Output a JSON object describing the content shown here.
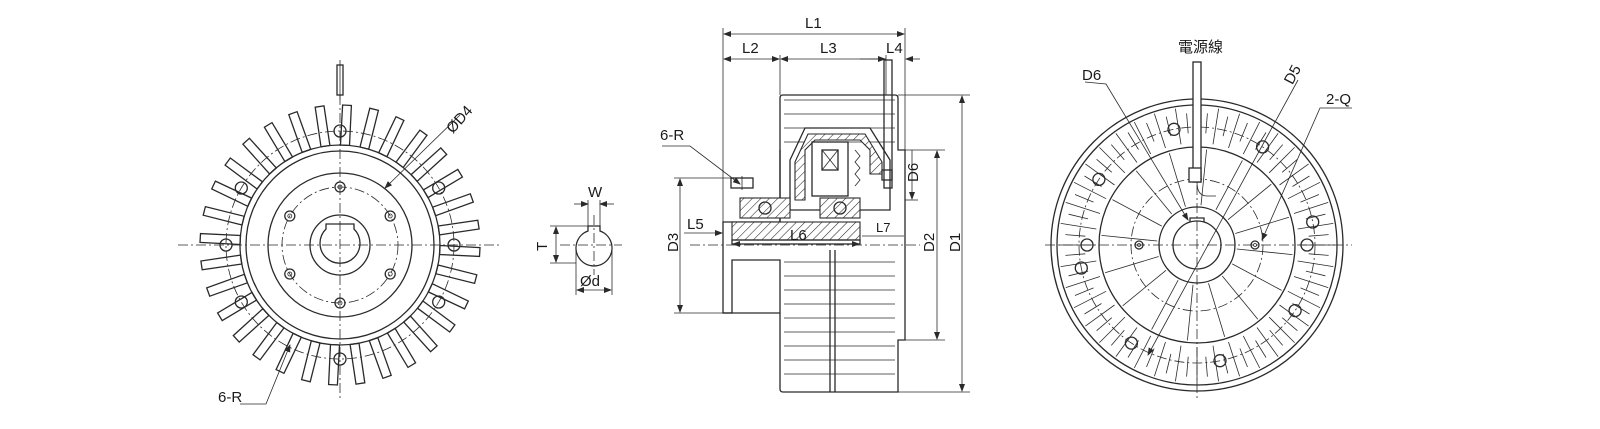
{
  "views": {
    "front": {
      "label_bolt_holes": "6-R",
      "label_pcd": "ØD4"
    },
    "shaft": {
      "label_width": "W",
      "label_depth": "T",
      "label_bore": "Ød"
    },
    "side": {
      "labels": {
        "L1": "L1",
        "L2": "L2",
        "L3": "L3",
        "L4": "L4",
        "L5": "L5",
        "L6": "L6",
        "L7": "L7",
        "D1": "D1",
        "D2": "D2",
        "D3": "D3",
        "D6": "D6",
        "R": "6-R"
      }
    },
    "rear": {
      "label_power_cable": "電源線",
      "label_d6": "D6",
      "label_d5": "D5",
      "label_q": "2-Q"
    }
  },
  "colors": {
    "line": "#2a2a2a",
    "background": "#ffffff"
  }
}
